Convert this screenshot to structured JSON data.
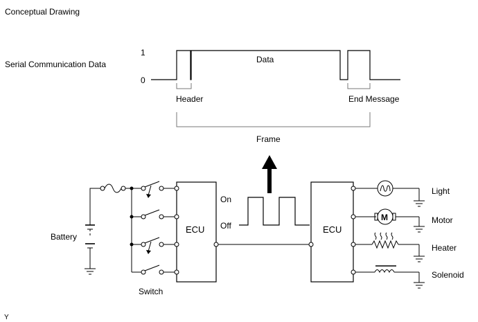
{
  "title": "Conceptual Drawing",
  "serial": {
    "label": "Serial Communication Data",
    "level_high": "1",
    "level_low": "0",
    "data_label": "Data",
    "header_label": "Header",
    "end_label": "End Message",
    "frame_label": "Frame"
  },
  "circuit": {
    "battery_label": "Battery",
    "switch_label": "Switch",
    "ecu_left_label": "ECU",
    "ecu_right_label": "ECU",
    "on_label": "On",
    "off_label": "Off"
  },
  "loads": {
    "light": "Light",
    "motor": "Motor",
    "motor_symbol": "M",
    "heater": "Heater",
    "solenoid": "Solenoid"
  },
  "corner_mark": "Y"
}
